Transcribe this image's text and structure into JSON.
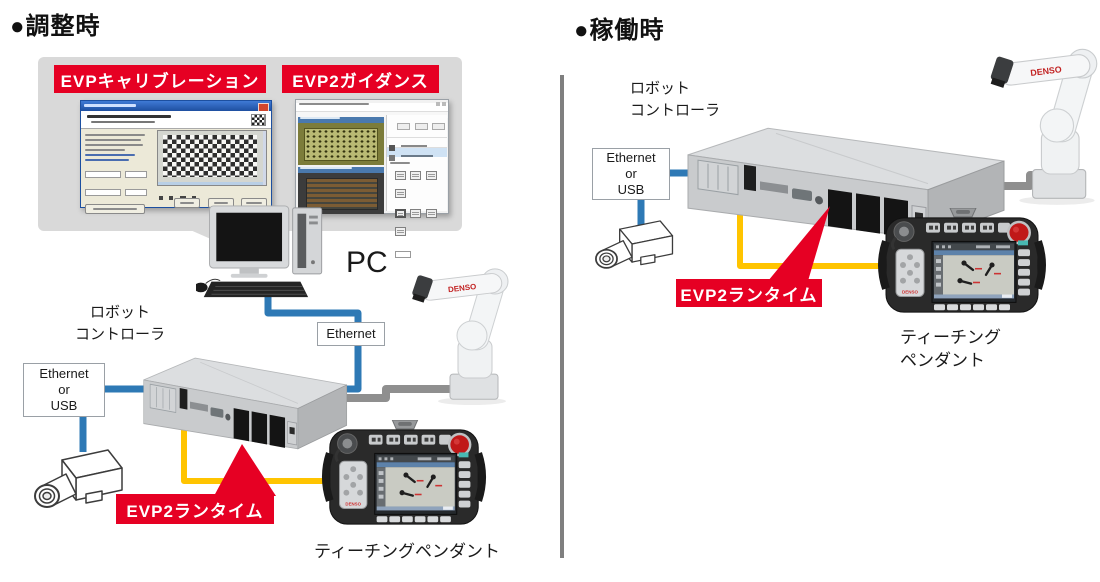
{
  "colors": {
    "accent_red": "#e60023",
    "line_blue": "#2e79b5",
    "line_yellow": "#ffc400",
    "cable_gray": "#8f8f8f",
    "bubble_gray": "#d9d9d9"
  },
  "branding": {
    "robot": "DENSO",
    "pendant": "DENSO"
  },
  "left": {
    "section_title": "●調整時",
    "callouts": {
      "calibration": "EVPキャリブレーション",
      "guidance": "EVP2ガイダンス",
      "runtime": "EVP2ランタイム"
    },
    "pc_label": "PC",
    "ethernet_label": "Ethernet",
    "controller_label": {
      "line1": "ロボット",
      "line2": "コントローラ"
    },
    "interface_box": {
      "line1": "Ethernet",
      "line2": "or",
      "line3": "USB"
    },
    "pendant_label": "ティーチングペンダント"
  },
  "right": {
    "section_title": "●稼働時",
    "callouts": {
      "runtime": "EVP2ランタイム"
    },
    "controller_label": {
      "line1": "ロボット",
      "line2": "コントローラ"
    },
    "interface_box": {
      "line1": "Ethernet",
      "line2": "or",
      "line3": "USB"
    },
    "pendant_label": {
      "line1": "ティーチング",
      "line2": "ペンダント"
    }
  }
}
